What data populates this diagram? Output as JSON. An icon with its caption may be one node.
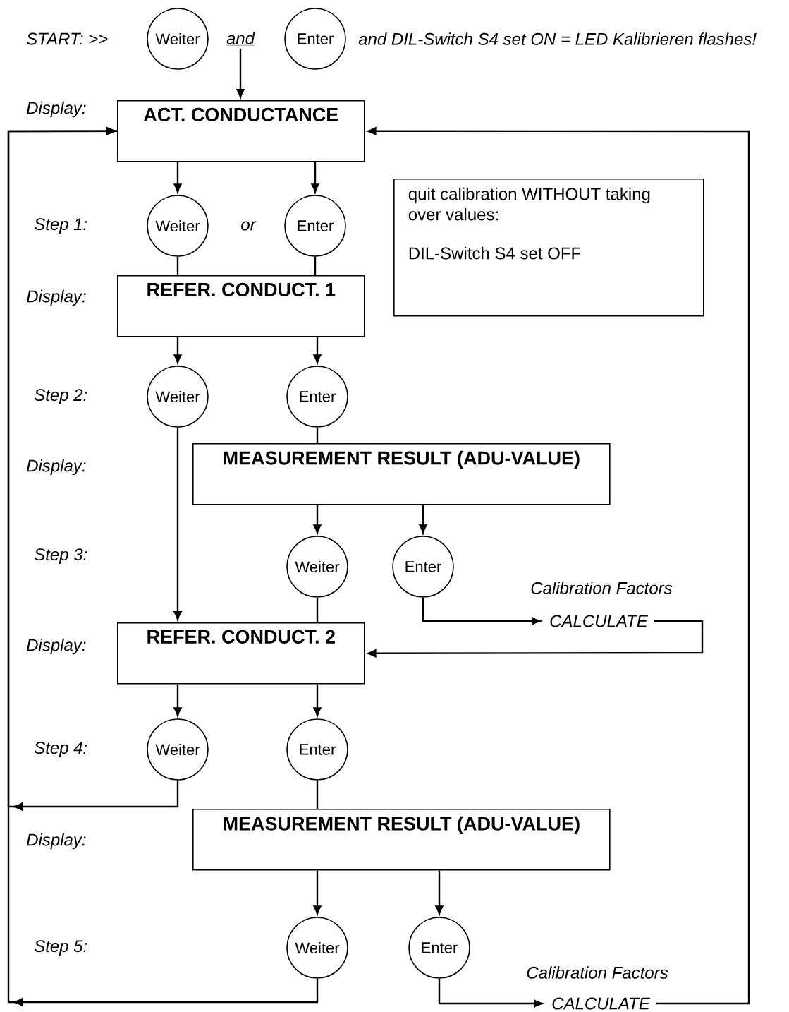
{
  "diagram": {
    "nodes": [
      {
        "text": [
          "Weiter"
        ]
      },
      {
        "text": [
          "and"
        ]
      },
      {
        "text": [
          "Enter"
        ]
      },
      {
        "text": [
          "ACT. CONDUCTANCE"
        ]
      },
      {
        "text": [
          "Weiter"
        ]
      },
      {
        "text": [
          "Enter"
        ]
      },
      {
        "text": [
          "quit calibration WITHOUT taking over values:",
          "DIL-Switch S4 set OFF"
        ]
      },
      {
        "text": [
          "REFER. CONDUCT. 1"
        ]
      },
      {
        "text": [
          "Weiter"
        ]
      },
      {
        "text": [
          "Enter"
        ]
      },
      {
        "text": [
          "MEASUREMENT RESULT (ADU-VALUE)"
        ]
      },
      {
        "text": [
          "Weiter"
        ]
      },
      {
        "text": [
          "Enter"
        ]
      },
      {
        "text": [
          "CALCULATE"
        ],
        "beside": [
          "Calibration Factors"
        ]
      },
      {
        "text": [
          "REFER. CONDUCT. 2"
        ]
      },
      {
        "text": [
          "Weiter"
        ]
      },
      {
        "text": [
          "Enter"
        ]
      },
      {
        "text": [
          "MEASUREMENT RESULT (ADU-VALUE)"
        ]
      },
      {
        "text": [
          "Weiter"
        ]
      },
      {
        "text": [
          "Enter"
        ]
      },
      {
        "text": [
          "CALCULATE"
        ],
        "beside": [
          "Calibration Factors"
        ]
      }
    ],
    "edges": [
      {
        "from": 1,
        "to": 3,
        "arrow": "to"
      },
      {
        "from": 3,
        "to": 4,
        "arrow": "to"
      },
      {
        "from": 3,
        "to": 5,
        "arrow": "to"
      },
      {
        "from": 4,
        "to": 7,
        "arrow": "none"
      },
      {
        "from": 5,
        "to": 7,
        "arrow": "none"
      },
      {
        "from": 7,
        "to": 8,
        "arrow": "to"
      },
      {
        "from": 7,
        "to": 9,
        "arrow": "to"
      },
      {
        "from": 8,
        "to": 14,
        "arrow": "to"
      },
      {
        "from": 9,
        "to": 10,
        "arrow": "none"
      },
      {
        "from": 10,
        "to": 11,
        "arrow": "to"
      },
      {
        "from": 10,
        "to": 12,
        "arrow": "to"
      },
      {
        "from": 11,
        "to": 14,
        "arrow": "none"
      },
      {
        "from": 12,
        "to": 13,
        "arrow": "to"
      },
      {
        "from": 13,
        "to": 14,
        "arrow": "to"
      },
      {
        "from": 14,
        "to": 15,
        "arrow": "to"
      },
      {
        "from": 14,
        "to": 16,
        "arrow": "to"
      },
      {
        "from": 15,
        "to": 3,
        "arrow": "to"
      },
      {
        "from": 16,
        "to": 17,
        "arrow": "none"
      },
      {
        "from": 17,
        "to": 18,
        "arrow": "to"
      },
      {
        "from": 17,
        "to": 19,
        "arrow": "to"
      },
      {
        "from": 19,
        "to": 20,
        "arrow": "to"
      },
      {
        "from": 20,
        "to": 3,
        "arrow": "to"
      },
      {
        "from": 18,
        "to": 3,
        "arrow": "to"
      }
    ],
    "labels": [
      "START:  >>",
      "and DIL-Switch S4 set ON = LED Kalibrieren flashes!",
      "Display:",
      "Step 1:",
      "or",
      "Display:",
      "Step 2:",
      "Display:",
      "Step 3:",
      "Display:",
      "Step 4:",
      "Display:",
      "Step 5:"
    ]
  }
}
